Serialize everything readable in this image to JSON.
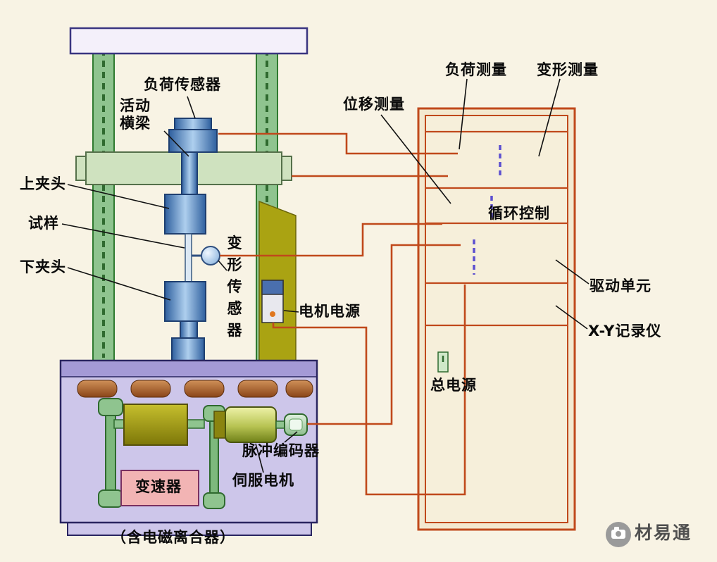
{
  "colors": {
    "background": "#f8f3e4",
    "wire_orange": "#c0491b",
    "cabinet_fill": "#f3e9d0",
    "machine_base_lavender": "#cdc6ea",
    "column_green": "#8fc48f",
    "grip_blue": "#2e5f9e",
    "olive_panel": "#aaa312",
    "dashed_connector_blue": "#5b4fd0",
    "gearbox_pink": "#f2b4b4"
  },
  "labels": {
    "load_sensor": "负荷传感器",
    "movable_crossbeam": "活动横梁",
    "upper_grip": "上夹头",
    "specimen": "试样",
    "lower_grip": "下夹头",
    "deformation_sensor": "变形传感器",
    "motor_power": "电机电源",
    "pulse_encoder": "脉冲编码器",
    "servo_motor": "伺服电机",
    "gearbox": "变速器",
    "clutch_note": "（含电磁离合器）",
    "displacement_measurement": "位移测量",
    "load_measurement": "负荷测量",
    "deformation_measurement": "变形测量",
    "cycle_control": "循环控制",
    "drive_unit": "驱动单元",
    "xy_recorder": "X-Y记录仪",
    "main_power": "总电源"
  },
  "watermark": {
    "text": "材易通"
  }
}
